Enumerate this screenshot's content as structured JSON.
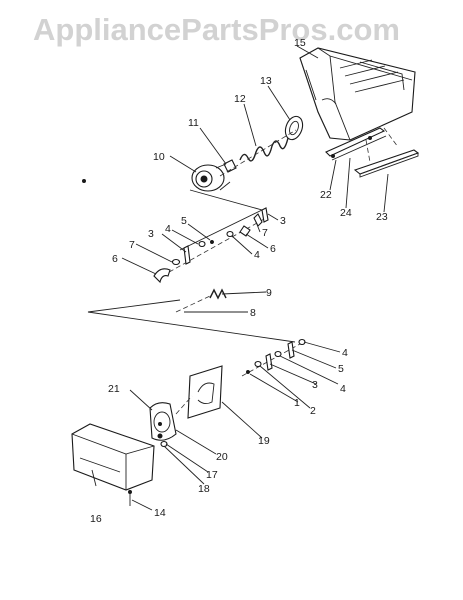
{
  "watermark": "AppliancePartsPros.com",
  "callouts": {
    "c1": "1",
    "c2": "2",
    "c3a": "3",
    "c3b": "3",
    "c3c": "3",
    "c4a": "4",
    "c4b": "4",
    "c4c": "4",
    "c4d": "4",
    "c5a": "5",
    "c5b": "5",
    "c6a": "6",
    "c6b": "6",
    "c7a": "7",
    "c7b": "7",
    "c8": "8",
    "c9": "9",
    "c10": "10",
    "c11": "11",
    "c12": "12",
    "c13": "13",
    "c14": "14",
    "c15": "15",
    "c16": "16",
    "c17": "17",
    "c18": "18",
    "c19": "19",
    "c20": "20",
    "c21": "21",
    "c22": "22",
    "c23": "23",
    "c24": "24"
  }
}
